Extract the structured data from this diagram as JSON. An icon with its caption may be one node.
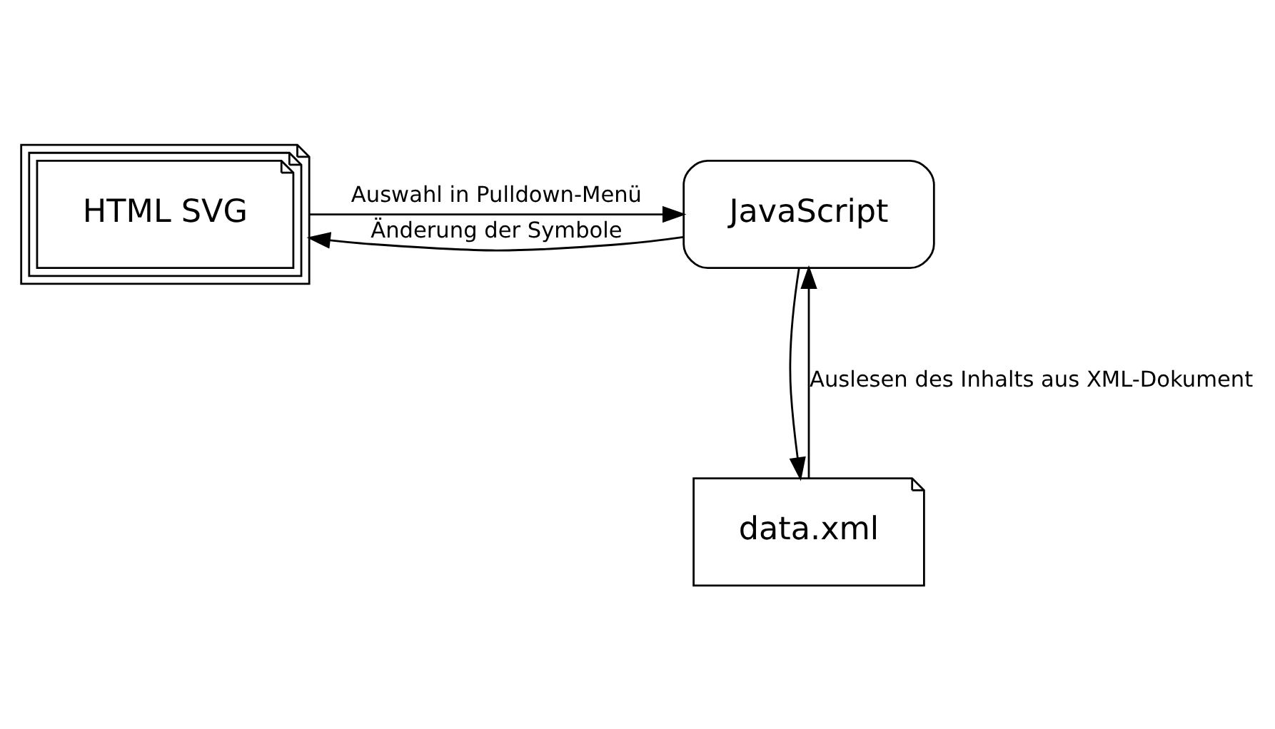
{
  "diagram": {
    "nodes": [
      {
        "text": [
          "HTML SVG"
        ]
      },
      {
        "text": [
          "JavaScript"
        ]
      },
      {
        "text": [
          "data.xml"
        ]
      }
    ],
    "edges": [
      {
        "from": 0,
        "to": 1,
        "arrow": "to",
        "label": "Auswahl in Pulldown-Menü"
      },
      {
        "from": 1,
        "to": 0,
        "arrow": "to",
        "label": "Änderung der Symbole"
      },
      {
        "from": 1,
        "to": 2,
        "arrow": "to"
      },
      {
        "from": 2,
        "to": 1,
        "arrow": "to",
        "label": "Auslesen des Inhalts aus XML-Dokument"
      }
    ]
  }
}
